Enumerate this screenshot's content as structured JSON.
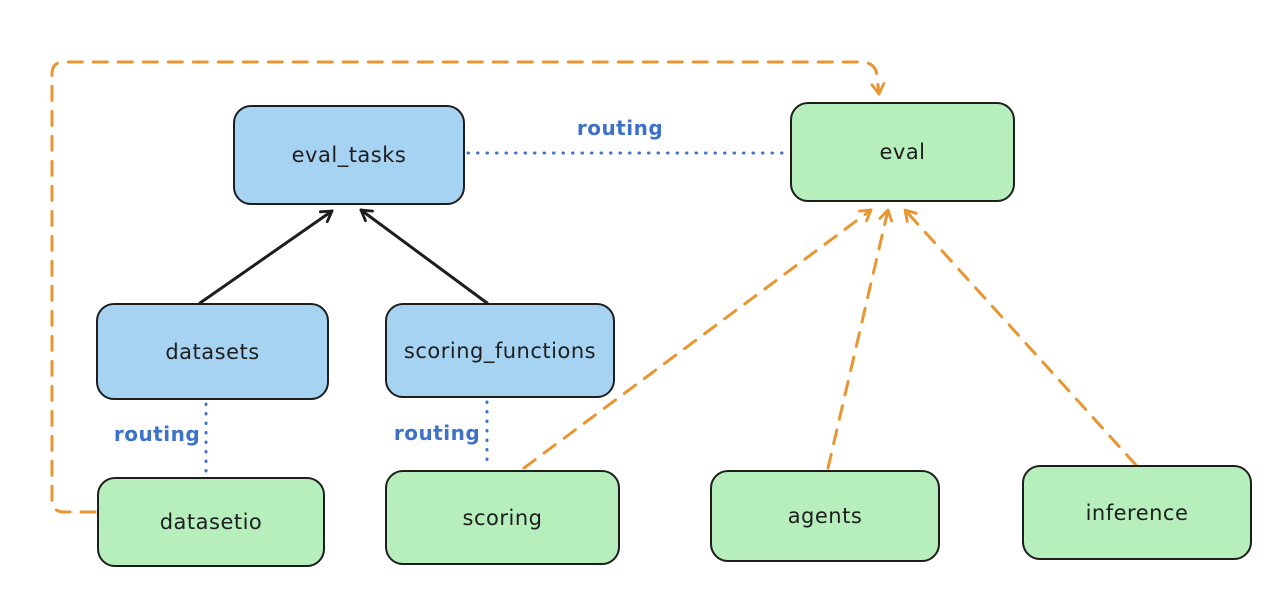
{
  "diagram": {
    "kind": "architecture-diagram",
    "background": "#ffffff"
  },
  "colors": {
    "api_node_fill": "#a7d3f3",
    "provider_node_fill": "#b6efbc",
    "node_stroke": "#1e1e1e",
    "solid_arrow": "#1e1e1e",
    "routing_line": "#3d72c8",
    "routing_label_text": "#3d72c8",
    "dependency_arrow": "#e89632"
  },
  "nodes": [
    {
      "id": "eval_tasks",
      "label": "eval_tasks",
      "kind": "blue"
    },
    {
      "id": "eval",
      "label": "eval",
      "kind": "green"
    },
    {
      "id": "datasets",
      "label": "datasets",
      "kind": "blue"
    },
    {
      "id": "scoring_functions",
      "label": "scoring_functions",
      "kind": "blue"
    },
    {
      "id": "datasetio",
      "label": "datasetio",
      "kind": "green"
    },
    {
      "id": "scoring",
      "label": "scoring",
      "kind": "green"
    },
    {
      "id": "agents",
      "label": "agents",
      "kind": "green"
    },
    {
      "id": "inference",
      "label": "inference",
      "kind": "green"
    }
  ],
  "edges": [
    {
      "from": "eval_tasks",
      "to": "eval",
      "style": "dotted-blue",
      "label": "routing"
    },
    {
      "from": "datasets",
      "to": "datasetio",
      "style": "dotted-blue",
      "label": "routing"
    },
    {
      "from": "scoring_functions",
      "to": "scoring",
      "style": "dotted-blue",
      "label": "routing"
    },
    {
      "from": "datasets",
      "to": "eval_tasks",
      "style": "solid-black-arrow",
      "label": ""
    },
    {
      "from": "scoring_functions",
      "to": "eval_tasks",
      "style": "solid-black-arrow",
      "label": ""
    },
    {
      "from": "scoring",
      "to": "eval",
      "style": "dashed-orange-arrow",
      "label": ""
    },
    {
      "from": "agents",
      "to": "eval",
      "style": "dashed-orange-arrow",
      "label": ""
    },
    {
      "from": "inference",
      "to": "eval",
      "style": "dashed-orange-arrow",
      "label": ""
    },
    {
      "from": "datasetio",
      "to": "eval",
      "style": "dashed-orange-arrow",
      "label": ""
    }
  ]
}
